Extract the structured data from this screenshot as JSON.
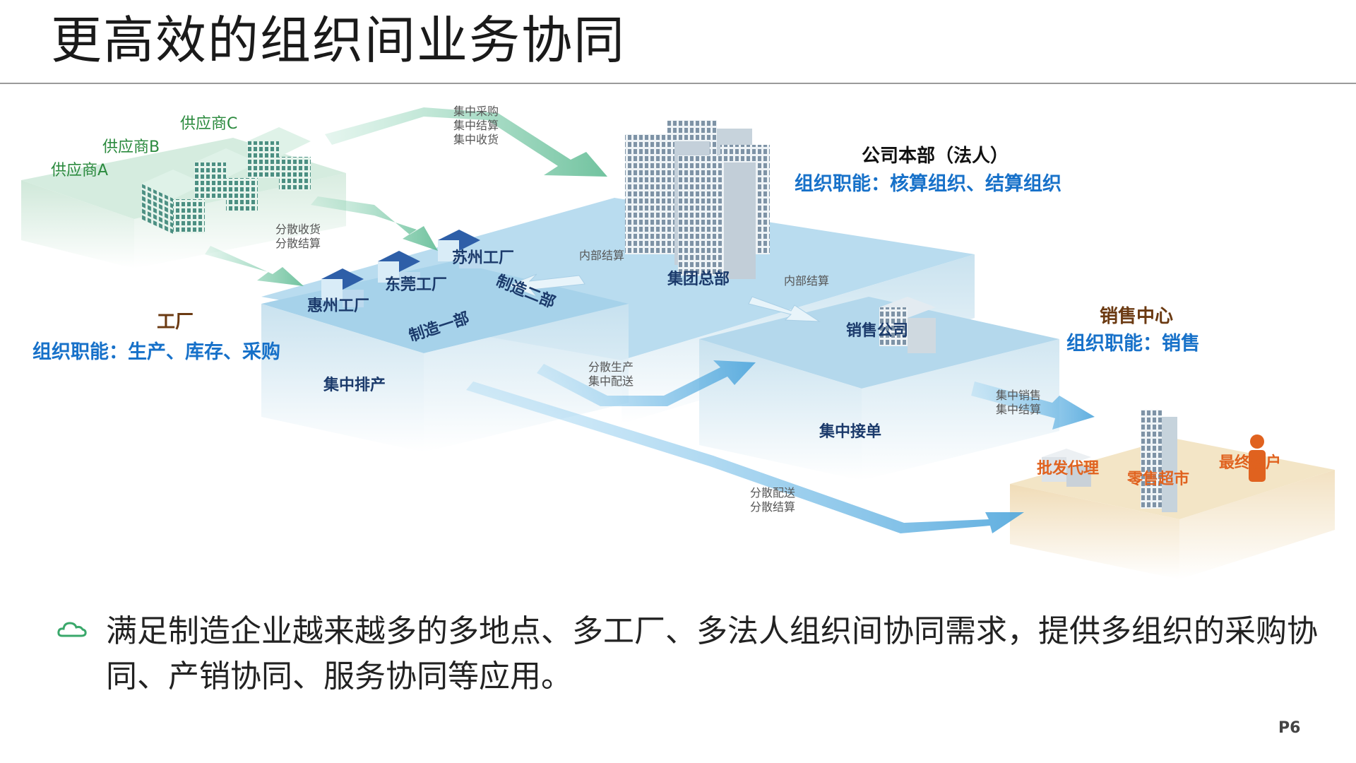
{
  "title": "更高效的组织间业务协同",
  "colors": {
    "green_label": "#2b8a3e",
    "func_blue": "#1771c9",
    "brown_head": "#6b3a12",
    "orange": "#e0621f",
    "platform_blue": "#a9d4ec",
    "platform_green": "#c9e6d6",
    "platform_tan": "#f1e3c5"
  },
  "diagram": {
    "suppliers": {
      "a": "供应商A",
      "b": "供应商B",
      "c": "供应商C"
    },
    "factories": {
      "huizhou": "惠州工厂",
      "dongguan": "东莞工厂",
      "suzhou": "苏州工厂"
    },
    "departments": {
      "mfg1": "制造一部",
      "mfg2": "制造二部"
    },
    "factory_block": {
      "heading": "工厂",
      "function": "组织职能：生产、库存、采购"
    },
    "hq_block": {
      "heading": "公司本部（法人）",
      "function": "组织职能：核算组织、结算组织"
    },
    "sales_block": {
      "heading": "销售中心",
      "function": "组织职能：销售"
    },
    "nodes": {
      "group_hq": "集团总部",
      "sales_company": "销售公司",
      "central_scheduling": "集中排产",
      "central_orders": "集中接单"
    },
    "flows": {
      "central_purchase": [
        "集中采购",
        "集中结算",
        "集中收货"
      ],
      "scattered_receiving": [
        "分散收货",
        "分散结算"
      ],
      "internal_settlement_1": "内部结算",
      "internal_settlement_2": "内部结算",
      "scattered_production": [
        "分散生产",
        "集中配送"
      ],
      "central_sales": [
        "集中销售",
        "集中结算"
      ],
      "scattered_delivery": [
        "分散配送",
        "分散结算"
      ]
    },
    "customers": {
      "wholesale": "批发代理",
      "retail": "零售超市",
      "end_customer": "最终客户"
    }
  },
  "bullet": {
    "icon": "cloud-icon",
    "text": "满足制造企业越来越多的多地点、多工厂、多法人组织间协同需求，提供多组织的采购协同、产销协同、服务协同等应用。"
  },
  "page_number": "P6"
}
